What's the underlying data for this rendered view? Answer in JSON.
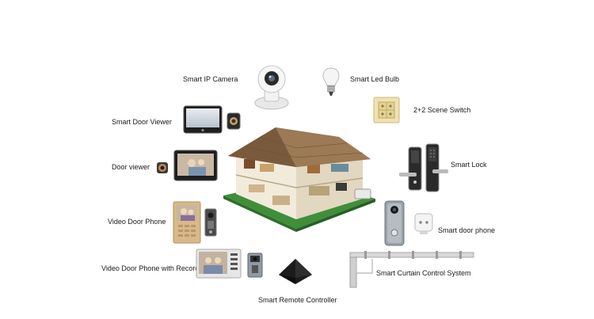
{
  "labels": {
    "smart_ip_camera": "Smart IP Camera",
    "smart_led_bulb": "Smart Led Bulb",
    "scene_switch": "2+2 Scene Switch",
    "smart_door_viewer": "Smart Door Viewer",
    "door_viewer": "Door viewer",
    "smart_lock": "Smart Lock",
    "video_door_phone": "Video Door Phone",
    "smart_door_phone": "Smart door phone",
    "video_door_phone_record": "Video Door Phone with Record",
    "smart_curtain": "Smart Curtain Control System",
    "smart_remote": "Smart Remote Controller"
  },
  "icons": {
    "camera": "ip-camera-icon",
    "bulb": "led-bulb-icon",
    "switch": "scene-switch-icon",
    "door_viewer": "door-viewer-icon",
    "lock": "smart-lock-icon",
    "door_phone": "door-phone-icon",
    "curtain": "curtain-rail-icon",
    "remote": "remote-controller-icon",
    "house": "smart-house-icon"
  },
  "colors": {
    "roof": "#8a6a4a",
    "grass": "#3f8f3a",
    "gold_panel": "#d9b98a",
    "switch_panel": "#efe2b0",
    "device_dark": "#1e1e1e"
  }
}
